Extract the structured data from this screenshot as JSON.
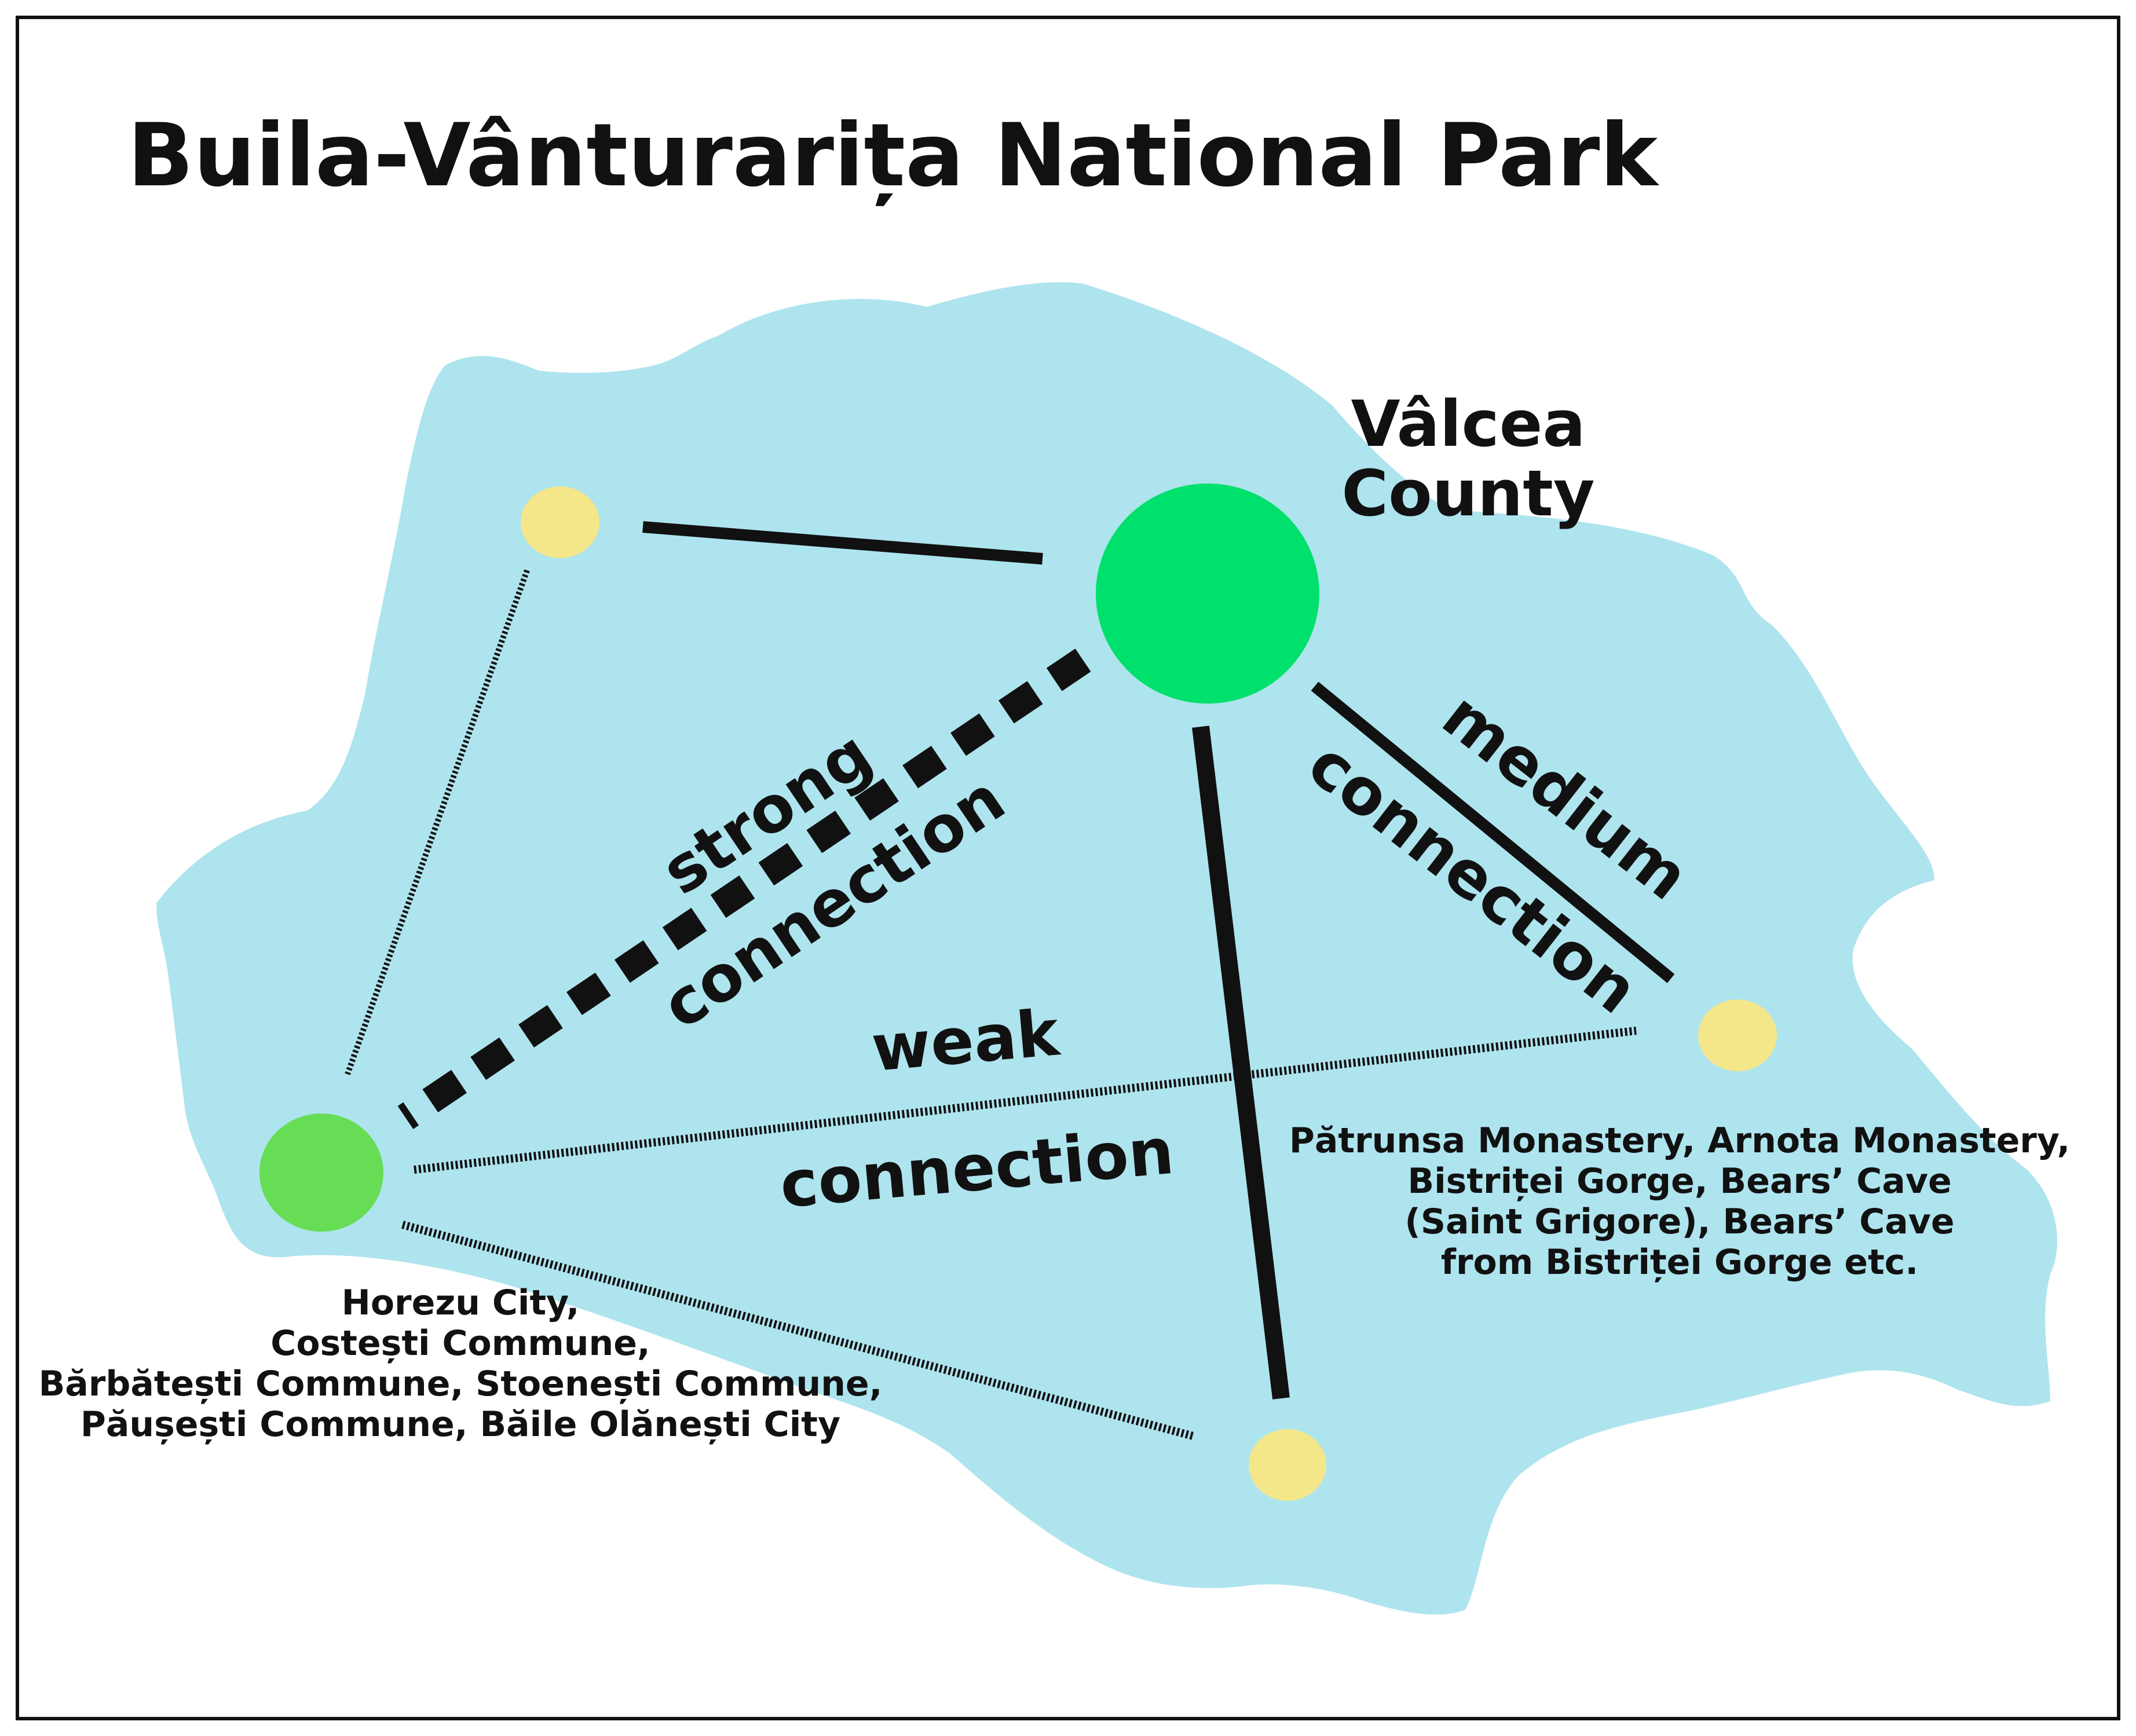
{
  "title": "Buila-Vânturarița National Park",
  "county_label": [
    "Vâlcea",
    "County"
  ],
  "connection_labels": {
    "strong": [
      "strong",
      "connection"
    ],
    "medium": [
      "medium",
      "connection"
    ],
    "weak": [
      "weak",
      "connection"
    ]
  },
  "west_cluster_label": [
    "Horezu City,",
    "Costești Commune,",
    "Bărbătești Commune, Stoenești Commune,",
    "Păușești Commune, Băile Olănești City"
  ],
  "east_cluster_label": [
    "Pătrunsa Monastery, Arnota Monastery,",
    "Bistriței Gorge, Bears’ Cave",
    "(Saint Grigore), Bears’ Cave",
    "from Bistriței Gorge etc."
  ],
  "colors": {
    "region": "#aee4ee",
    "county_node": "#00e06c",
    "west_node": "#66dd55",
    "minor_node": "#f3e78a",
    "line": "#111111",
    "frame": "#111111"
  }
}
